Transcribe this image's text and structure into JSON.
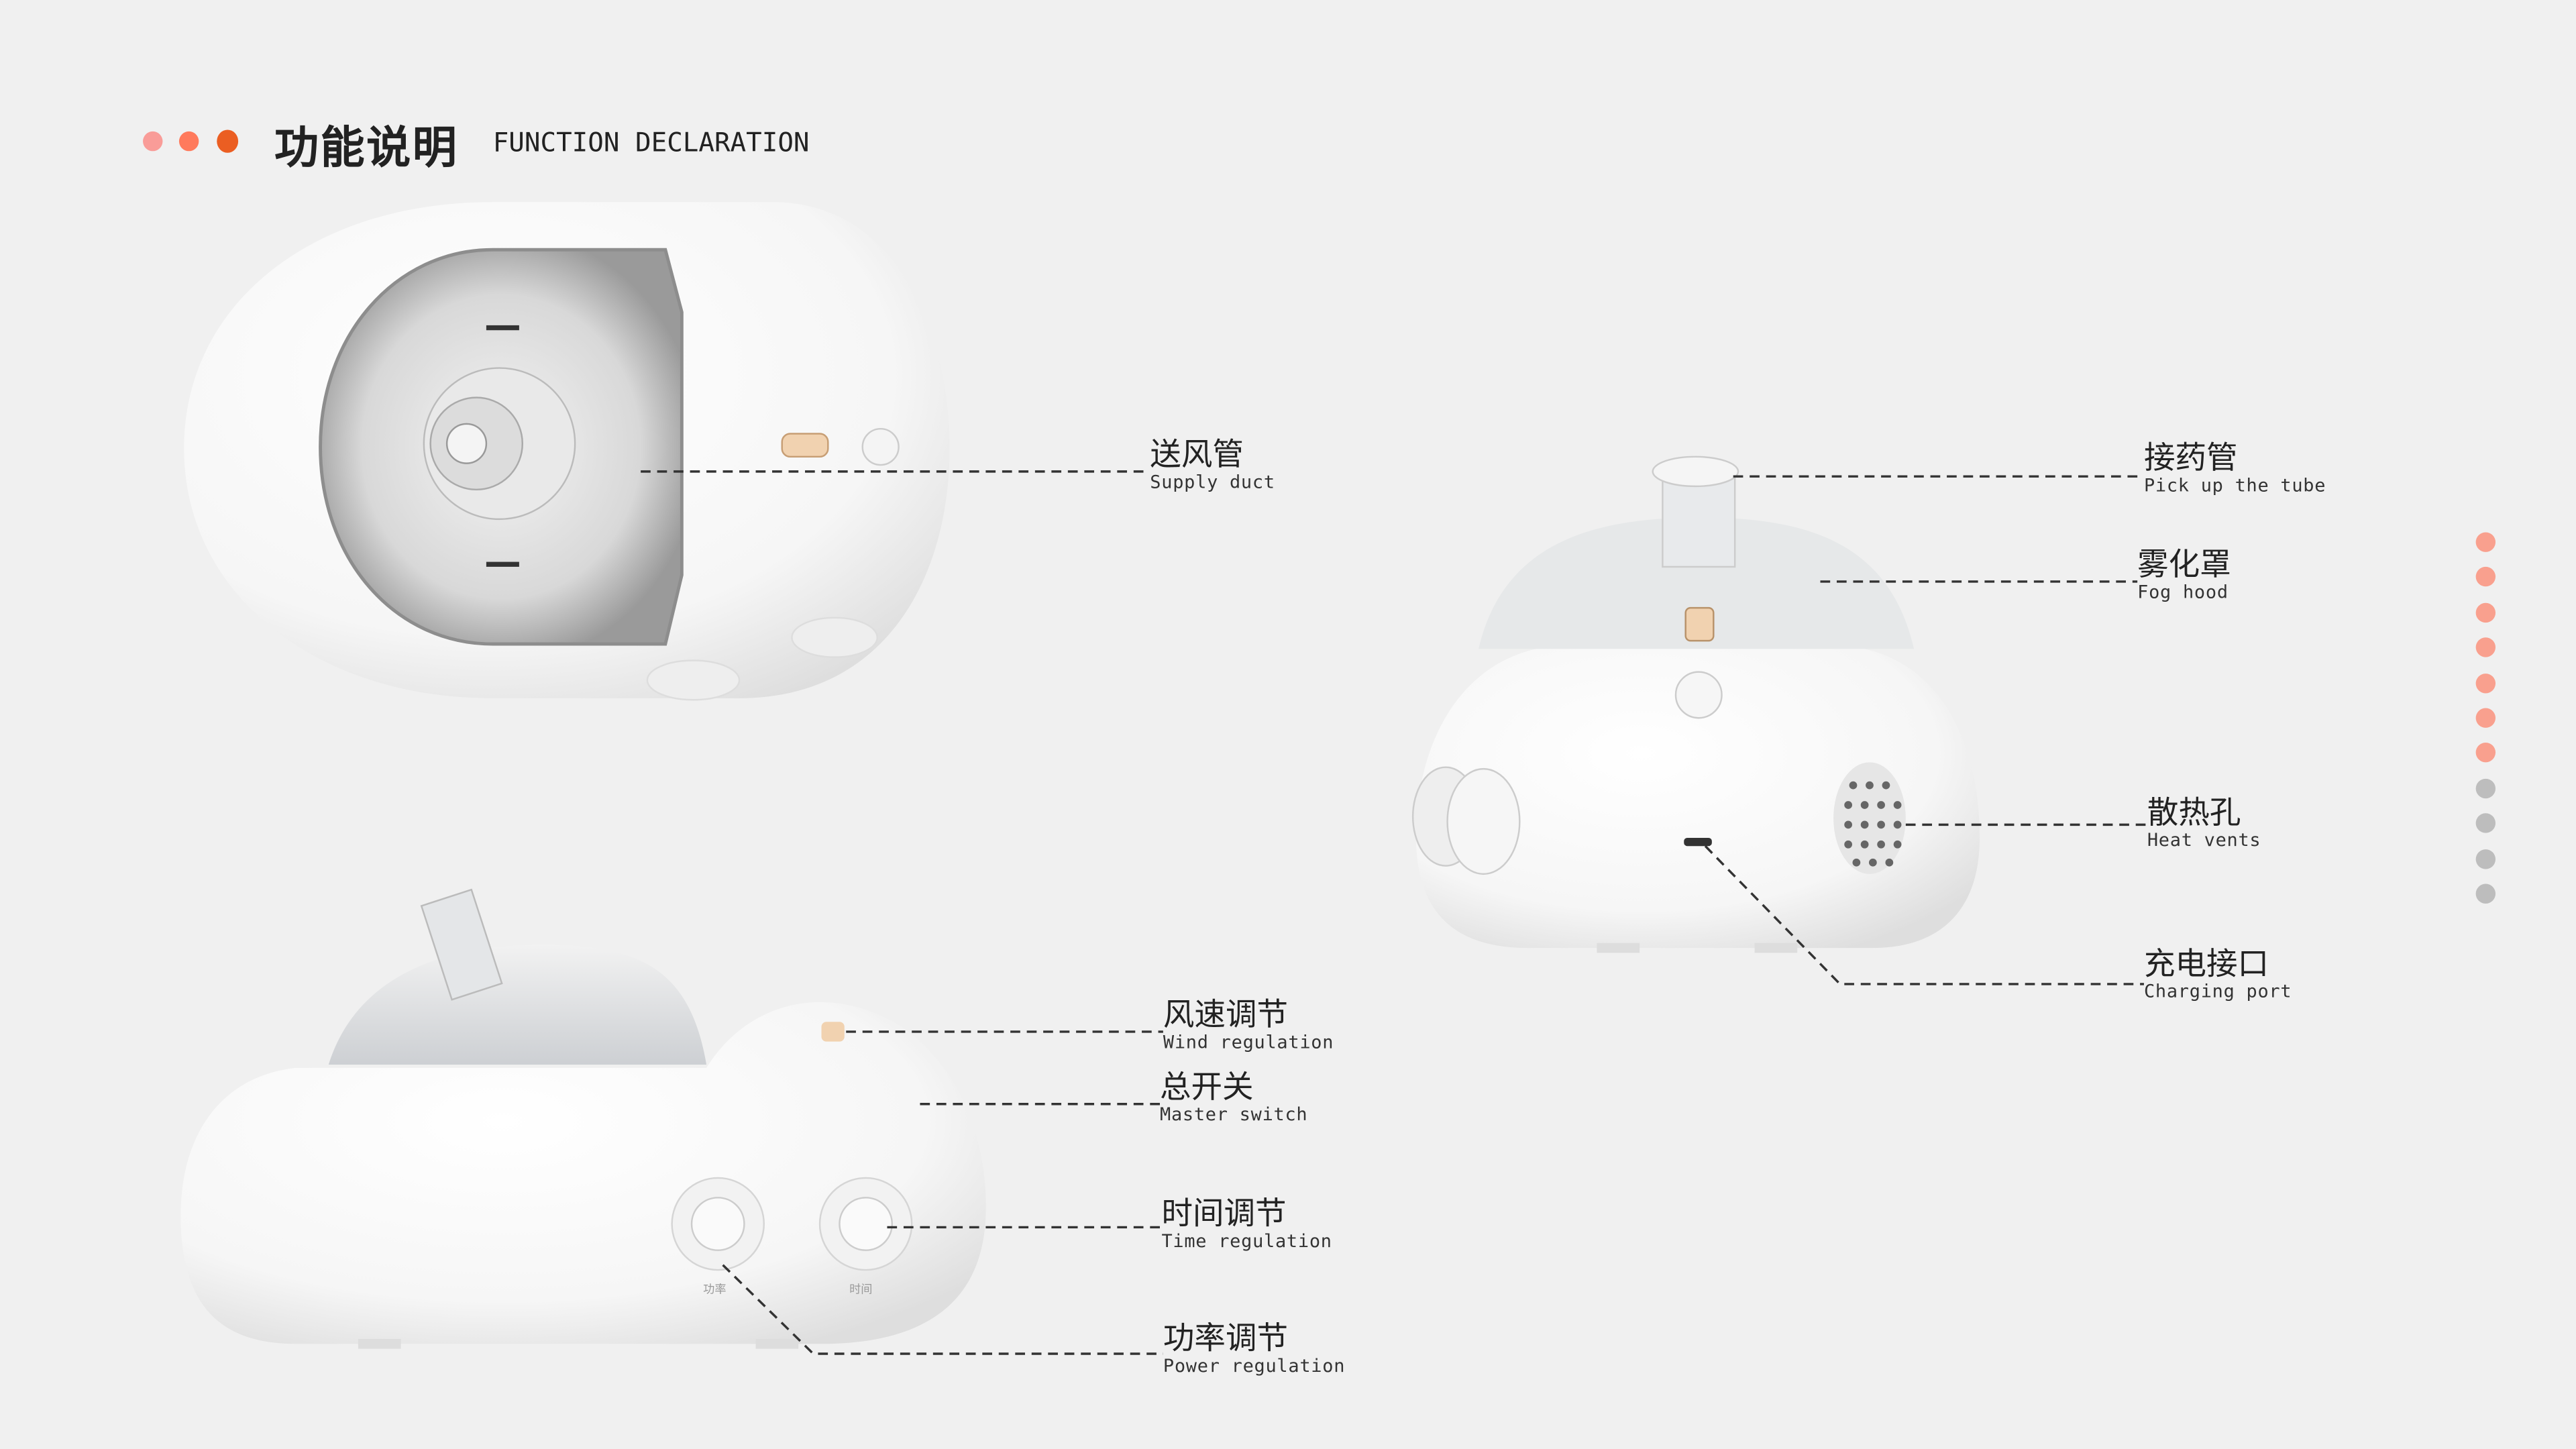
{
  "header": {
    "title_cn": "功能说明",
    "title_en": "FUNCTION DECLARATION",
    "dot_colors": [
      "#f99c98",
      "#ff7a5c",
      "#eb5e22"
    ]
  },
  "callouts": [
    {
      "cn": "送风管",
      "en": "Supply duct"
    },
    {
      "cn": "接药管",
      "en": "Pick up the tube"
    },
    {
      "cn": "雾化罩",
      "en": "Fog hood"
    },
    {
      "cn": "散热孔",
      "en": "Heat vents"
    },
    {
      "cn": "充电接口",
      "en": "Charging port"
    },
    {
      "cn": "风速调节",
      "en": "Wind regulation"
    },
    {
      "cn": "总开关",
      "en": "Master switch"
    },
    {
      "cn": "时间调节",
      "en": "Time regulation"
    },
    {
      "cn": "功率调节",
      "en": "Power regulation"
    }
  ],
  "knob_labels": {
    "power": "功率",
    "time": "时间"
  },
  "pager": {
    "total": 11,
    "active_count": 7,
    "active_color": "#f9a08e",
    "inactive_color": "#bdbdbd"
  }
}
